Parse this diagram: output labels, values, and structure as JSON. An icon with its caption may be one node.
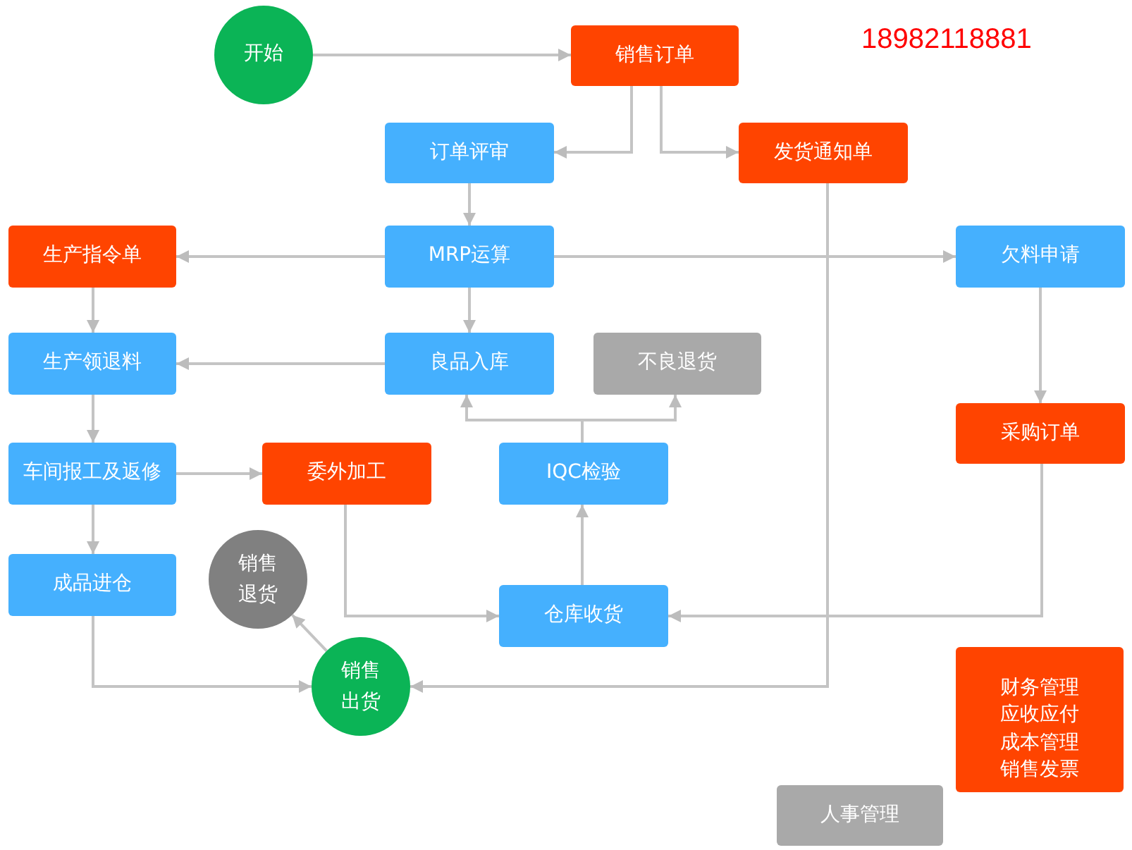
{
  "diagram": {
    "nodes": [
      {
        "text": [
          "开始"
        ]
      },
      {
        "text": [
          "销售订单"
        ]
      },
      {
        "text": [
          "订单评审"
        ]
      },
      {
        "text": [
          "发货通知单"
        ]
      },
      {
        "text": [
          "生产指令单"
        ]
      },
      {
        "text": [
          "MRP运算"
        ]
      },
      {
        "text": [
          "欠料申请"
        ]
      },
      {
        "text": [
          "生产领退料"
        ]
      },
      {
        "text": [
          "良品入库"
        ]
      },
      {
        "text": [
          "不良退货"
        ]
      },
      {
        "text": [
          "采购订单"
        ]
      },
      {
        "text": [
          "车间报工及返修"
        ]
      },
      {
        "text": [
          "委外加工"
        ]
      },
      {
        "text": [
          "IQC检验"
        ]
      },
      {
        "text": [
          "成品进仓"
        ]
      },
      {
        "text": [
          "销售退货"
        ]
      },
      {
        "text": [
          "仓库收货"
        ]
      },
      {
        "text": [
          "销售出货"
        ]
      },
      {
        "text": [
          "财务管理",
          "应收应付",
          "成本管理",
          "销售发票"
        ]
      },
      {
        "text": [
          "人事管理"
        ]
      }
    ],
    "edges": [
      {
        "from": 0,
        "to": 1,
        "arrow": "to"
      },
      {
        "from": 1,
        "to": 2,
        "arrow": "to"
      },
      {
        "from": 1,
        "to": 3,
        "arrow": "to"
      },
      {
        "from": 2,
        "to": 5,
        "arrow": "to"
      },
      {
        "from": 5,
        "to": 4,
        "arrow": "to"
      },
      {
        "from": 5,
        "to": 6,
        "arrow": "to"
      },
      {
        "from": 5,
        "to": 8,
        "arrow": "to"
      },
      {
        "from": 4,
        "to": 7,
        "arrow": "to"
      },
      {
        "from": 8,
        "to": 7,
        "arrow": "to"
      },
      {
        "from": 7,
        "to": 11,
        "arrow": "to"
      },
      {
        "from": 11,
        "to": 12,
        "arrow": "to"
      },
      {
        "from": 11,
        "to": 14,
        "arrow": "to"
      },
      {
        "from": 13,
        "to": 8,
        "arrow": "to"
      },
      {
        "from": 13,
        "to": 9,
        "arrow": "to"
      },
      {
        "from": 16,
        "to": 13,
        "arrow": "to"
      },
      {
        "from": 12,
        "to": 16,
        "arrow": "to"
      },
      {
        "from": 6,
        "to": 10,
        "arrow": "to"
      },
      {
        "from": 10,
        "to": 16,
        "arrow": "to"
      },
      {
        "from": 3,
        "to": 17,
        "arrow": "to"
      },
      {
        "from": 14,
        "to": 17,
        "arrow": "to"
      },
      {
        "from": 17,
        "to": 15,
        "arrow": "to"
      }
    ],
    "labels": [
      "18982118881"
    ]
  }
}
